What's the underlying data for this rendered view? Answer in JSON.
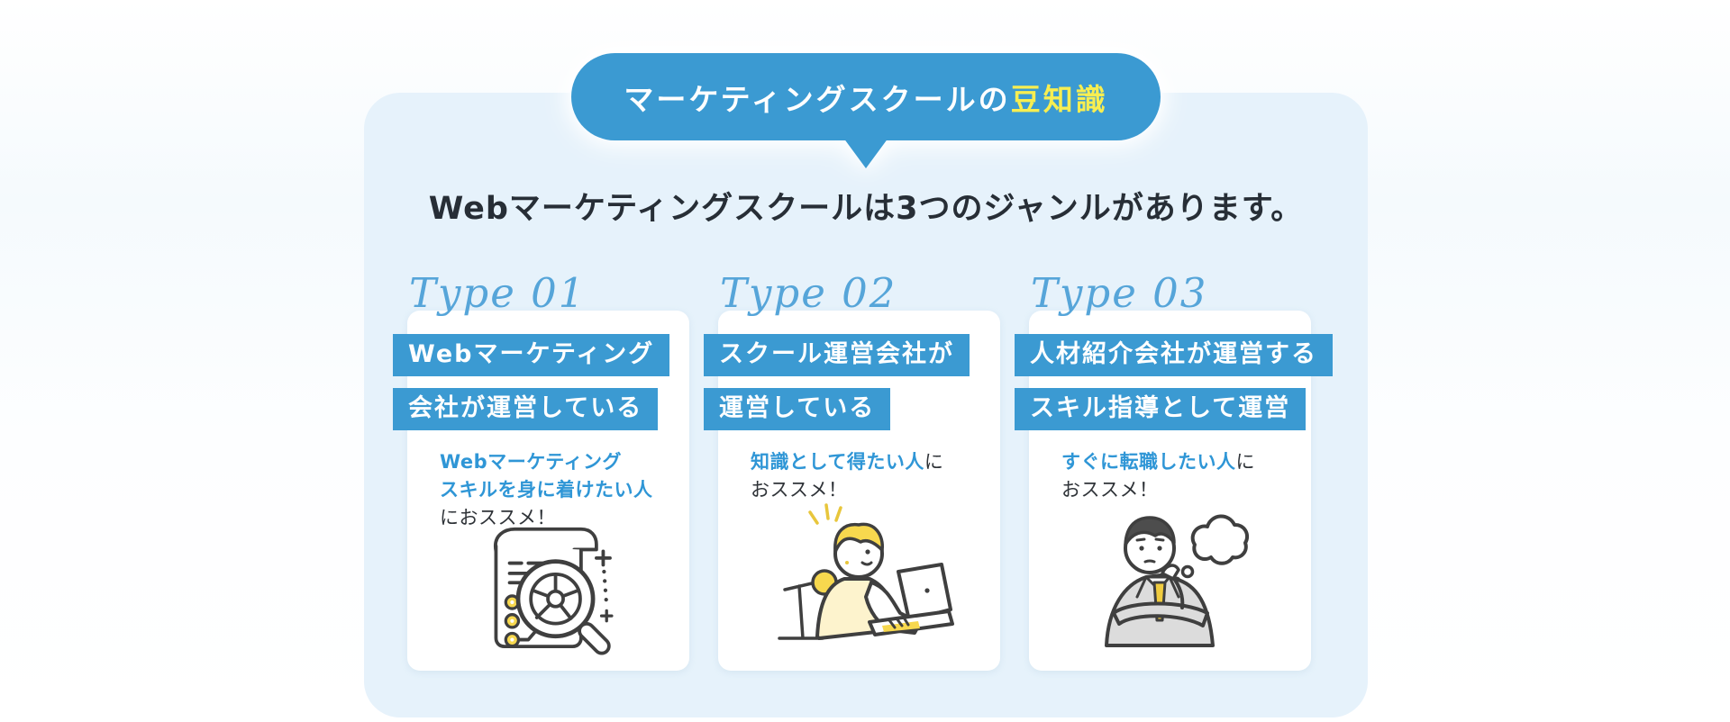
{
  "badge": {
    "prefix": "マーケティングスクールの",
    "highlight": "豆知識"
  },
  "heading": "Webマーケティングスクールは3つのジャンルがあります。",
  "colors": {
    "accent_blue": "#3b9ad2",
    "highlight_yellow": "#f7ee51",
    "panel_light_blue": "#e6f2fb",
    "desc_blue": "#2f96d6",
    "text_dark": "#2f3338",
    "script_blue": "#56a5d9",
    "illustration_yellow": "#f7d84e"
  },
  "cards": [
    {
      "type_label": "Type 01",
      "title_lines": [
        "Webマーケティング",
        "会社が運営している"
      ],
      "desc_lines": [
        [
          {
            "t": "Webマーケティング",
            "hl": true
          }
        ],
        [
          {
            "t": "スキルを身に着けたい人",
            "hl": true
          }
        ],
        [
          {
            "t": "におススメ！",
            "hl": false
          }
        ]
      ],
      "illustration": "report-magnifier-illustration"
    },
    {
      "type_label": "Type 02",
      "title_lines": [
        "スクール運営会社が",
        "運営している"
      ],
      "desc_lines": [
        [
          {
            "t": "知識として得たい人",
            "hl": true
          },
          {
            "t": "に",
            "hl": false
          }
        ],
        [
          {
            "t": "おススメ！",
            "hl": false
          }
        ]
      ],
      "illustration": "woman-laptop-illustration"
    },
    {
      "type_label": "Type 03",
      "title_lines": [
        "人材紹介会社が運営する",
        "スキル指導として運営"
      ],
      "desc_lines": [
        [
          {
            "t": "すぐに転職したい人",
            "hl": true
          },
          {
            "t": "に",
            "hl": false
          }
        ],
        [
          {
            "t": "おススメ！",
            "hl": false
          }
        ]
      ],
      "illustration": "thinking-man-illustration"
    }
  ]
}
